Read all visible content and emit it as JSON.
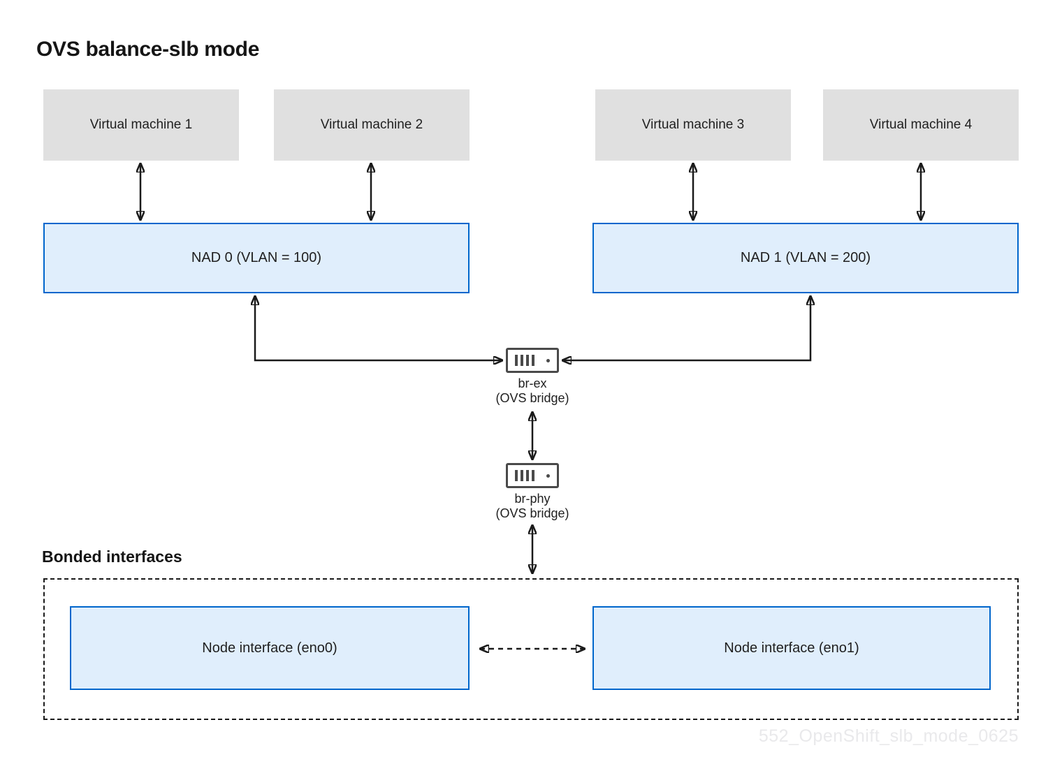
{
  "title": "OVS balance-slb mode",
  "watermark": "552_OpenShift_slb_mode_0625",
  "colors": {
    "vm_box_fill": "#e0e0e0",
    "blue_box_fill": "#e0eefc",
    "blue_box_border": "#0066cc",
    "arrow": "#1a1a1a",
    "text": "#1f1f1f",
    "bridge_icon": "#4a4a4a",
    "watermark_text": "#e9e9eb"
  },
  "virtual_machines": [
    {
      "label": "Virtual machine 1"
    },
    {
      "label": "Virtual machine 2"
    },
    {
      "label": "Virtual machine 3"
    },
    {
      "label": "Virtual machine 4"
    }
  ],
  "nads": [
    {
      "label": "NAD 0 (VLAN = 100)"
    },
    {
      "label": "NAD 1 (VLAN = 200)"
    }
  ],
  "bridges": [
    {
      "name": "br-ex",
      "type_label": "(OVS bridge)"
    },
    {
      "name": "br-phy",
      "type_label": "(OVS bridge)"
    }
  ],
  "bonded_interfaces": {
    "heading": "Bonded interfaces",
    "interfaces": [
      {
        "label": "Node interface (eno0)"
      },
      {
        "label": "Node interface (eno1)"
      }
    ]
  }
}
